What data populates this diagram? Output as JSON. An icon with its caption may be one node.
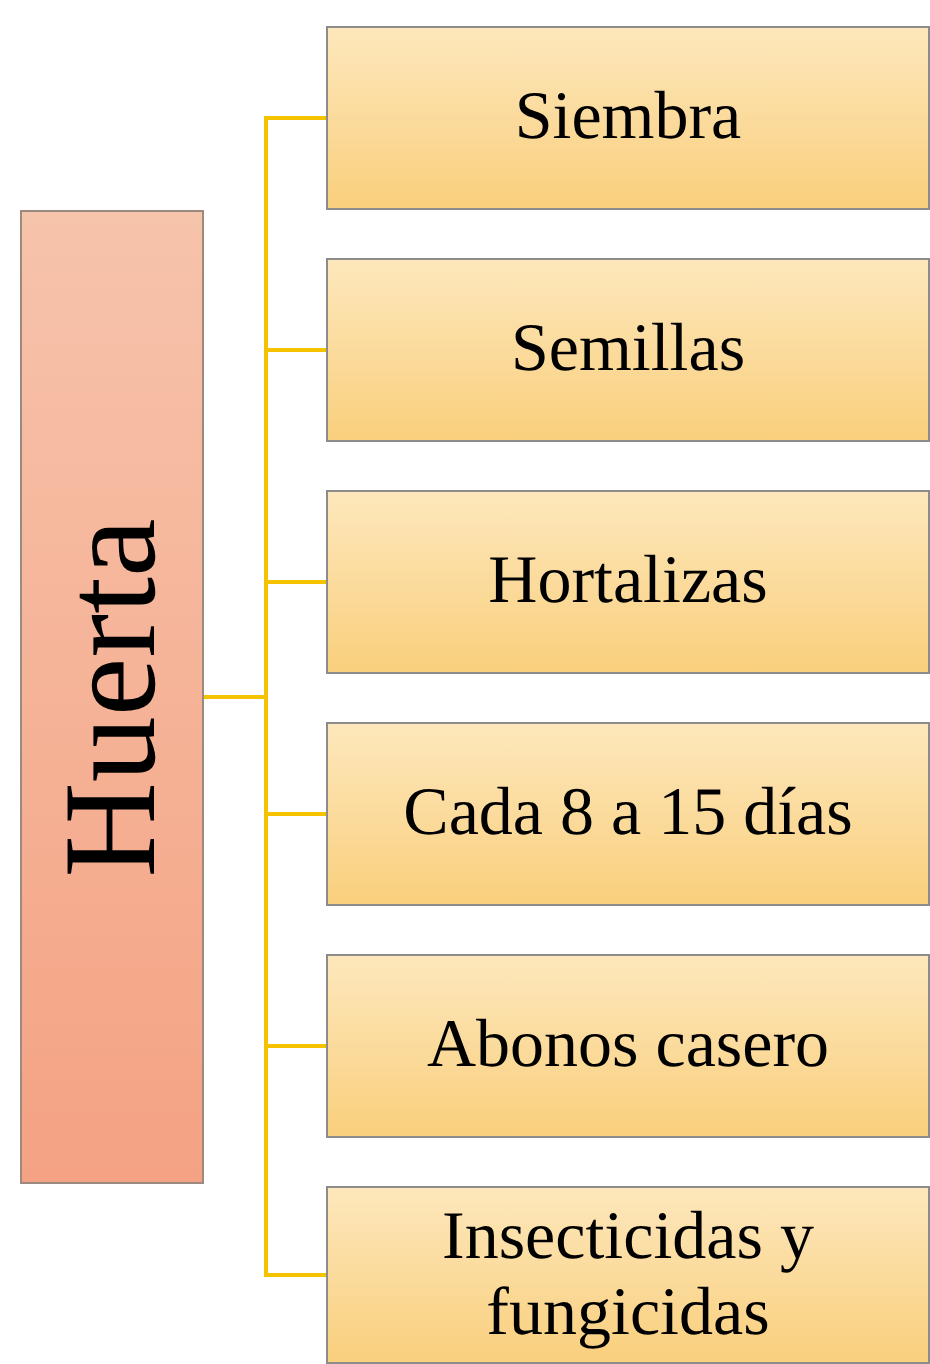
{
  "diagram": {
    "nodes": [
      {
        "text": [
          "Huerta"
        ]
      },
      {
        "text": [
          "Siembra"
        ]
      },
      {
        "text": [
          "Semillas"
        ]
      },
      {
        "text": [
          "Hortalizas"
        ]
      },
      {
        "text": [
          "Cada 8 a 15 días"
        ]
      },
      {
        "text": [
          "Abonos casero"
        ]
      },
      {
        "text": [
          "Insecticidas y fungicidas"
        ]
      }
    ],
    "edges": [
      {
        "from": 0,
        "to": 1,
        "arrow": "none"
      },
      {
        "from": 0,
        "to": 2,
        "arrow": "none"
      },
      {
        "from": 0,
        "to": 3,
        "arrow": "none"
      },
      {
        "from": 0,
        "to": 4,
        "arrow": "none"
      },
      {
        "from": 0,
        "to": 5,
        "arrow": "none"
      },
      {
        "from": 0,
        "to": 6,
        "arrow": "none"
      }
    ]
  }
}
